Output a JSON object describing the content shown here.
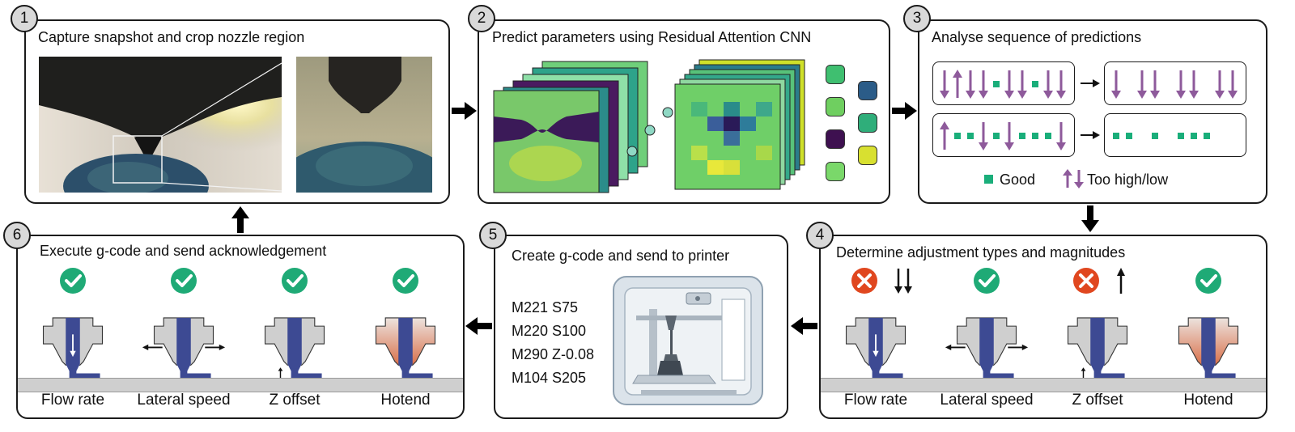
{
  "panels": {
    "p1": {
      "number": "1",
      "title": "Capture snapshot and crop nozzle region"
    },
    "p2": {
      "number": "2",
      "title": "Predict parameters using Residual Attention CNN"
    },
    "p3": {
      "number": "3",
      "title": "Analyse sequence of predictions",
      "legend_good": "Good",
      "legend_bad": "Too high/low",
      "sequences": [
        {
          "input": [
            "down",
            "up",
            "down",
            "down",
            "good",
            "down",
            "down",
            "good",
            "down",
            "down"
          ],
          "output": [
            "down",
            "gap",
            "down",
            "down",
            "gap",
            "down",
            "down",
            "gap",
            "down",
            "down"
          ]
        },
        {
          "input": [
            "up",
            "good",
            "good",
            "down",
            "good",
            "down",
            "good",
            "good",
            "good",
            "down"
          ],
          "output": [
            "good",
            "good",
            "gap",
            "good",
            "gap",
            "good",
            "good",
            "good"
          ]
        }
      ]
    },
    "p4": {
      "number": "4",
      "title": "Determine adjustment types and magnitudes",
      "items": [
        {
          "label": "Flow rate",
          "status": "x-icon",
          "adjust": "double-down-arrow"
        },
        {
          "label": "Lateral speed",
          "status": "check-icon",
          "adjust": ""
        },
        {
          "label": "Z offset",
          "status": "x-icon",
          "adjust": "up-arrow"
        },
        {
          "label": "Hotend",
          "status": "check-icon",
          "adjust": ""
        }
      ]
    },
    "p5": {
      "number": "5",
      "title": "Create g-code and send to printer",
      "gcode": [
        "M221 S75",
        "M220 S100",
        "M290 Z-0.08",
        "M104 S205"
      ]
    },
    "p6": {
      "number": "6",
      "title": "Execute g-code and send acknowledgement",
      "items": [
        {
          "label": "Flow rate",
          "status": "check-icon"
        },
        {
          "label": "Lateral speed",
          "status": "check-icon"
        },
        {
          "label": "Z offset",
          "status": "check-icon"
        },
        {
          "label": "Hotend",
          "status": "check-icon"
        }
      ]
    }
  },
  "colors": {
    "nozzle_blue": "#3d4a93",
    "purple_arrow": "#8e5a9b",
    "good_green": "#1aae7a",
    "check_green": "#1faa76",
    "error_red": "#e0471f",
    "hot_orange": "#d9704a",
    "bed_gray": "#cfcfcf"
  }
}
